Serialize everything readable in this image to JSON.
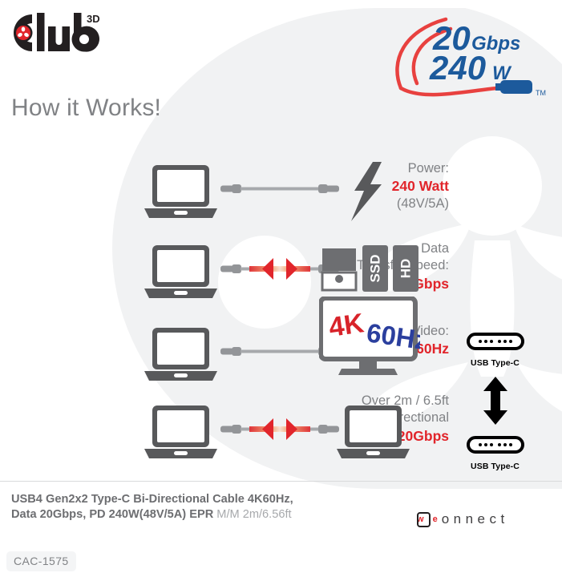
{
  "brand": {
    "logo_name": "Club3D",
    "logo_text": "Club",
    "logo_superscript": "3D"
  },
  "headline": "How it Works!",
  "badge": {
    "speed_value": "20",
    "speed_unit": "Gbps",
    "power_value": "240",
    "power_unit": "W",
    "trademark": "TM",
    "connector_icon": "usb-c-connector-icon",
    "arc_color": "#e8413f",
    "text_color": "#1c5a9c"
  },
  "features": [
    {
      "id": "power",
      "label_lines": [
        "Power:"
      ],
      "highlight": "240 Watt",
      "sub_lines": [
        "(48V/5A)"
      ],
      "source_icon": "laptop-icon",
      "cable_icon": "usb-c-cable-icon",
      "target_icon": "lightning-bolt-icon",
      "bidirectional": false
    },
    {
      "id": "data",
      "label_lines": [
        "Data",
        "Transfer speed:"
      ],
      "highlight": "20Gbps",
      "sub_lines": [],
      "source_icon": "laptop-icon",
      "cable_icon": "usb-c-cable-icon",
      "target_icon": "storage-devices-icon",
      "bidirectional": true,
      "storage_labels": [
        "SSD",
        "HD"
      ]
    },
    {
      "id": "video",
      "label_lines": [
        "Video:"
      ],
      "highlight": "4K 60Hz",
      "sub_lines": [],
      "source_icon": "laptop-icon",
      "cable_icon": "usb-c-cable-icon",
      "target_icon": "monitor-icon",
      "bidirectional": false,
      "monitor_text_primary": "4K",
      "monitor_text_secondary": "60Hz"
    },
    {
      "id": "bidirectional",
      "label_lines": [
        "Over 2m / 6.5ft",
        "Fully Bidirectional"
      ],
      "highlight": "20Gbps",
      "sub_lines": [],
      "source_icon": "laptop-icon",
      "cable_icon": "usb-c-cable-icon",
      "target_icon": "laptop-icon",
      "bidirectional": true
    }
  ],
  "connector_panel": {
    "top_label": "USB Type-C",
    "bottom_label": "USB Type-C",
    "arrow_icon": "double-headed-vertical-arrow-icon",
    "connector_icon": "usb-c-port-icon"
  },
  "product": {
    "title_line1": "USB4 Gen2x2 Type-C Bi-Directional Cable 4K60Hz,",
    "title_line2": "Data 20Gbps, PD 240W(48V/5A) EPR",
    "title_suffix": "M/M  2m/6.56ft",
    "part_number": "CAC-1575"
  },
  "weconnect": {
    "prefix_w": "w",
    "prefix_e": "e",
    "word": "onnect"
  },
  "colors": {
    "red": "#e1252b",
    "gray_text": "#808285",
    "dark_gray": "#58595b",
    "blue": "#1c5a9c",
    "bg_gray": "#f1f2f3"
  }
}
